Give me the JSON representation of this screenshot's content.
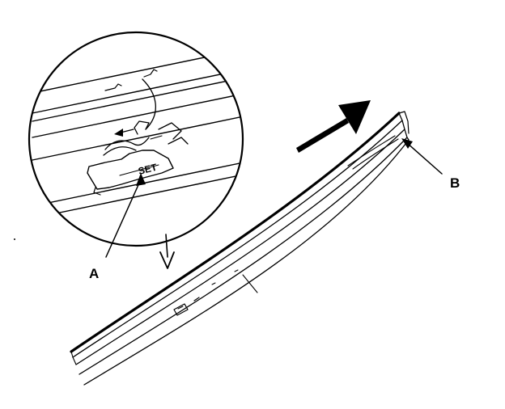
{
  "labels": {
    "a": "A",
    "b": "B",
    "set_stamp": "SET"
  },
  "colors": {
    "ink": "#000000",
    "paper": "#ffffff"
  }
}
